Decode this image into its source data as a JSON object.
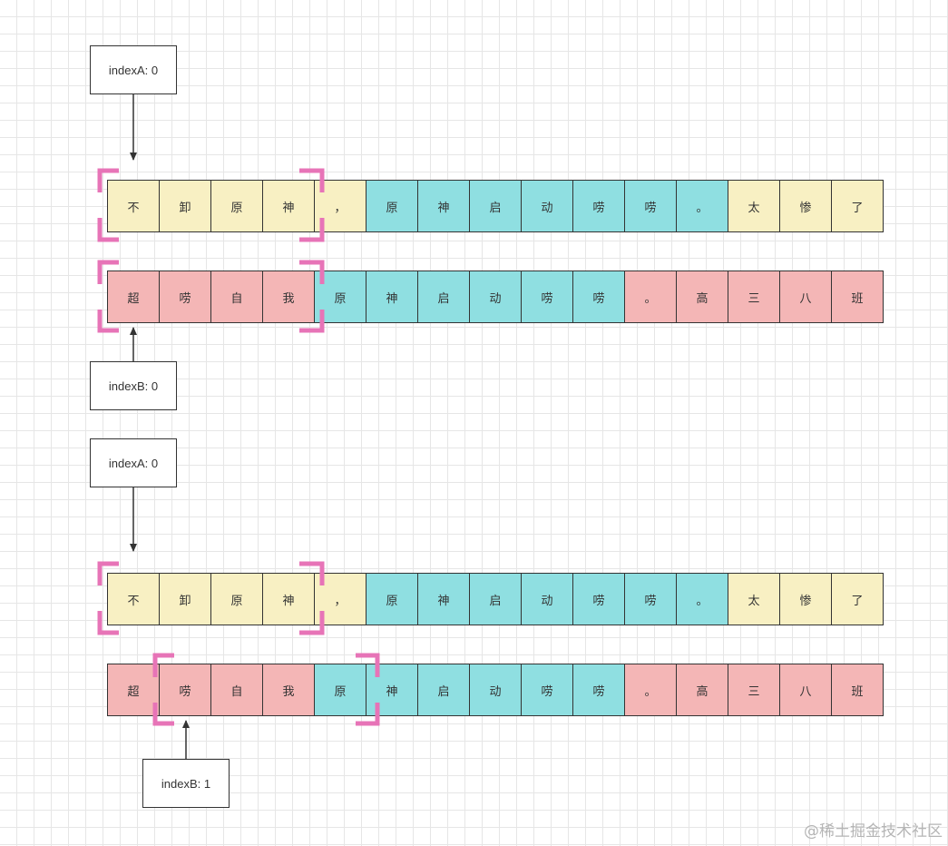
{
  "colors": {
    "yellow": "#f8f0c3",
    "teal": "#8fdfe1",
    "pink": "#f4b6b6",
    "bracket": "#e774b7",
    "border": "#333333"
  },
  "stringA": {
    "chars": [
      "不",
      "卸",
      "原",
      "神",
      "，",
      "原",
      "神",
      "启",
      "动",
      "唠",
      "唠",
      "。",
      "太",
      "惨",
      "了"
    ],
    "colors": [
      "yellow",
      "yellow",
      "yellow",
      "yellow",
      "yellow",
      "teal",
      "teal",
      "teal",
      "teal",
      "teal",
      "teal",
      "teal",
      "yellow",
      "yellow",
      "yellow"
    ]
  },
  "stringB": {
    "chars": [
      "超",
      "唠",
      "自",
      "我",
      "原",
      "神",
      "启",
      "动",
      "唠",
      "唠",
      "。",
      "高",
      "三",
      "八",
      "班"
    ],
    "colors_step1": [
      "pink",
      "pink",
      "pink",
      "pink",
      "teal",
      "teal",
      "teal",
      "teal",
      "teal",
      "teal",
      "pink",
      "pink",
      "pink",
      "pink",
      "pink"
    ],
    "colors_step2": [
      "pink",
      "pink",
      "pink",
      "pink",
      "teal",
      "teal",
      "teal",
      "teal",
      "teal",
      "teal",
      "pink",
      "pink",
      "pink",
      "pink",
      "pink"
    ]
  },
  "labels": {
    "step1_indexA": "indexA: 0",
    "step1_indexB": "indexB: 0",
    "step2_indexA": "indexA: 0",
    "step2_indexB": "indexB: 1"
  },
  "watermark": "@稀土掘金技术社区"
}
